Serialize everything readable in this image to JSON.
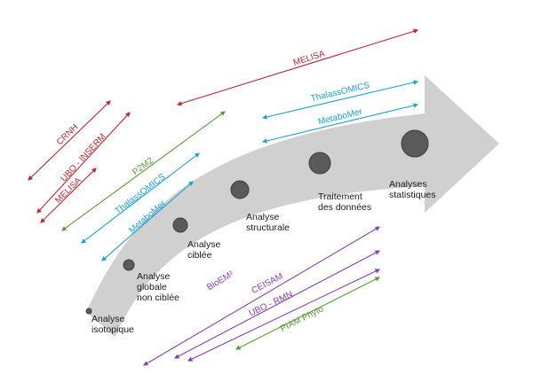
{
  "steps": [
    {
      "label": "Analyse\nisotopique"
    },
    {
      "label": "Analyse\nglobale\nnon ciblée"
    },
    {
      "label": "Analyse\nciblée"
    },
    {
      "label": "Analyse\nstructurale"
    },
    {
      "label": "Traitement\ndes données"
    },
    {
      "label": "Analyses\nstatistiques"
    }
  ],
  "arrows": [
    {
      "label": "MELISA",
      "color": "#c0282d"
    },
    {
      "label": "ThalassOMICS",
      "color": "#1aa0d8"
    },
    {
      "label": "MetaboMer",
      "color": "#1aa0d8"
    },
    {
      "label": "CRNH",
      "color": "#c0282d"
    },
    {
      "label": "UBO - INSERM",
      "color": "#c0282d"
    },
    {
      "label": "MELISA",
      "color": "#c0282d"
    },
    {
      "label": "P2M2",
      "color": "#5b9a3a"
    },
    {
      "label": "ThalassOMICS",
      "color": "#1aa0d8"
    },
    {
      "label": "MetaboMer",
      "color": "#1aa0d8"
    },
    {
      "label": "BioEM²",
      "color": "#8a3fb0"
    },
    {
      "label": "CEISAM",
      "color": "#8a3fb0"
    },
    {
      "label": "UBO - RMN",
      "color": "#8a3fb0"
    },
    {
      "label": "PIAM Phyto",
      "color": "#5b9a3a"
    }
  ],
  "colors": {
    "big_arrow": "#d0d0d0",
    "node": "#5a5a5a",
    "node_stroke": "#3c3c3c"
  }
}
